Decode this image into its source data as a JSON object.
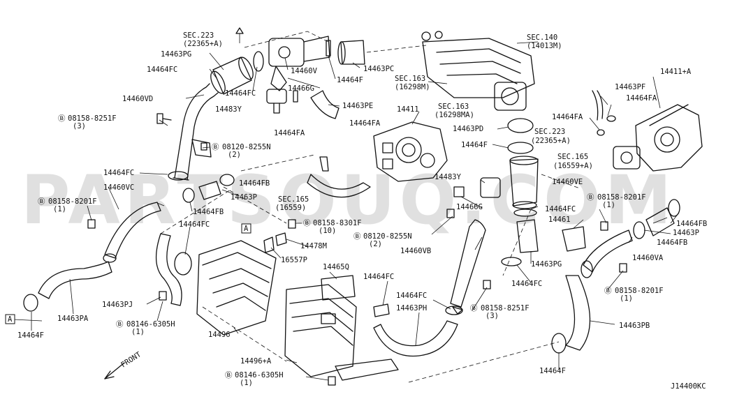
{
  "watermark": "PARTSOUQ.COM",
  "diagram_code": "J14400KC",
  "front_label": "FRONT",
  "ref_box_a": "A",
  "labels": {
    "sec223_top": "SEC.223",
    "sec223_top_sub": "(22365+A)",
    "sec140": "SEC.140",
    "sec140_sub": "(14013M)",
    "sec163_a": "SEC.163",
    "sec163_a_sub": "(16298M)",
    "sec163_b": "SEC.163",
    "sec163_b_sub": "(16298MA)",
    "sec223_mid": "SEC.223",
    "sec223_mid_sub": "(22365+A)",
    "sec165_right": "SEC.165",
    "sec165_right_sub": "(16559+A)",
    "sec165_mid": "SEC.165",
    "sec165_mid_sub": "(16559)",
    "p14463PG_top": "14463PG",
    "p14464FC_top": "14464FC",
    "p14460VD": "14460VD",
    "p14464FC_a": "14464FC",
    "p14460V": "14460V",
    "p14466G_top": "14466G",
    "p14464F_top": "14464F",
    "p14463PC": "14463PC",
    "p14483Y_top": "14483Y",
    "p14463PE": "14463PE",
    "p14411": "14411",
    "p14411A": "14411+A",
    "p14463PF": "14463PF",
    "p14464FA_r": "14464FA",
    "p14464FA_r2": "14464FA",
    "p14463PD": "14463PD",
    "p14464FA_mid": "14464FA",
    "p14464FA_mid2": "14464FA",
    "p14464F_mid": "14464F",
    "b08158_8251F_top": "08158-8251F",
    "b08158_8251F_top_q": "(3)",
    "b08120_8255N_top": "08120-8255N",
    "b08120_8255N_top_q": "(2)",
    "p14464FC_l": "14464FC",
    "p14464FB_l": "14464FB",
    "p14460VC": "14460VC",
    "p14463P_l": "14463P",
    "b08158_8201F_l": "08158-8201F",
    "b08158_8201F_l_q": "(1)",
    "p14464FB_l2": "14464FB",
    "p14483Y_mid": "14483Y",
    "p14460VE": "14460VE",
    "p14466G_mid": "14466G",
    "p14464FC_mid": "14464FC",
    "b08158_8201F_r": "08158-8201F",
    "b08158_8201F_r_q": "(1)",
    "p14464FB_r": "14464FB",
    "p14463P_r": "14463P",
    "p14464FB_r2": "14464FB",
    "p14461": "14461",
    "b08158_8301F": "08158-8301F",
    "b08158_8301F_q": "(10)",
    "b08120_8255N_mid": "08120-8255N",
    "b08120_8255N_mid_q": "(2)",
    "p14464FC_l2": "14464FC",
    "p14478M": "14478M",
    "p16557P": "16557P",
    "p14460VB": "14460VB",
    "p14463PG_mid": "14463PG",
    "p14460VA": "14460VA",
    "p14464FC_mid2": "14464FC",
    "b08158_8201F_r2": "08158-8201F",
    "b08158_8201F_r2_q": "(1)",
    "p14465Q": "14465Q",
    "p14464FC_bot": "14464FC",
    "p14464FC_bot2": "14464FC",
    "p14463PH": "14463PH",
    "b08158_8251F_bot": "08158-8251F",
    "b08158_8251F_bot_q": "(3)",
    "p14463PJ": "14463PJ",
    "b08146_6305H_top": "08146-6305H",
    "b08146_6305H_top_q": "(1)",
    "p14463PA": "14463PA",
    "p14464F_l": "14464F",
    "p14496": "14496",
    "p14496A": "14496+A",
    "b08146_6305H_bot": "08146-6305H",
    "b08146_6305H_bot_q": "(1)",
    "p14463PB": "14463PB",
    "p14464F_bot": "14464F"
  }
}
